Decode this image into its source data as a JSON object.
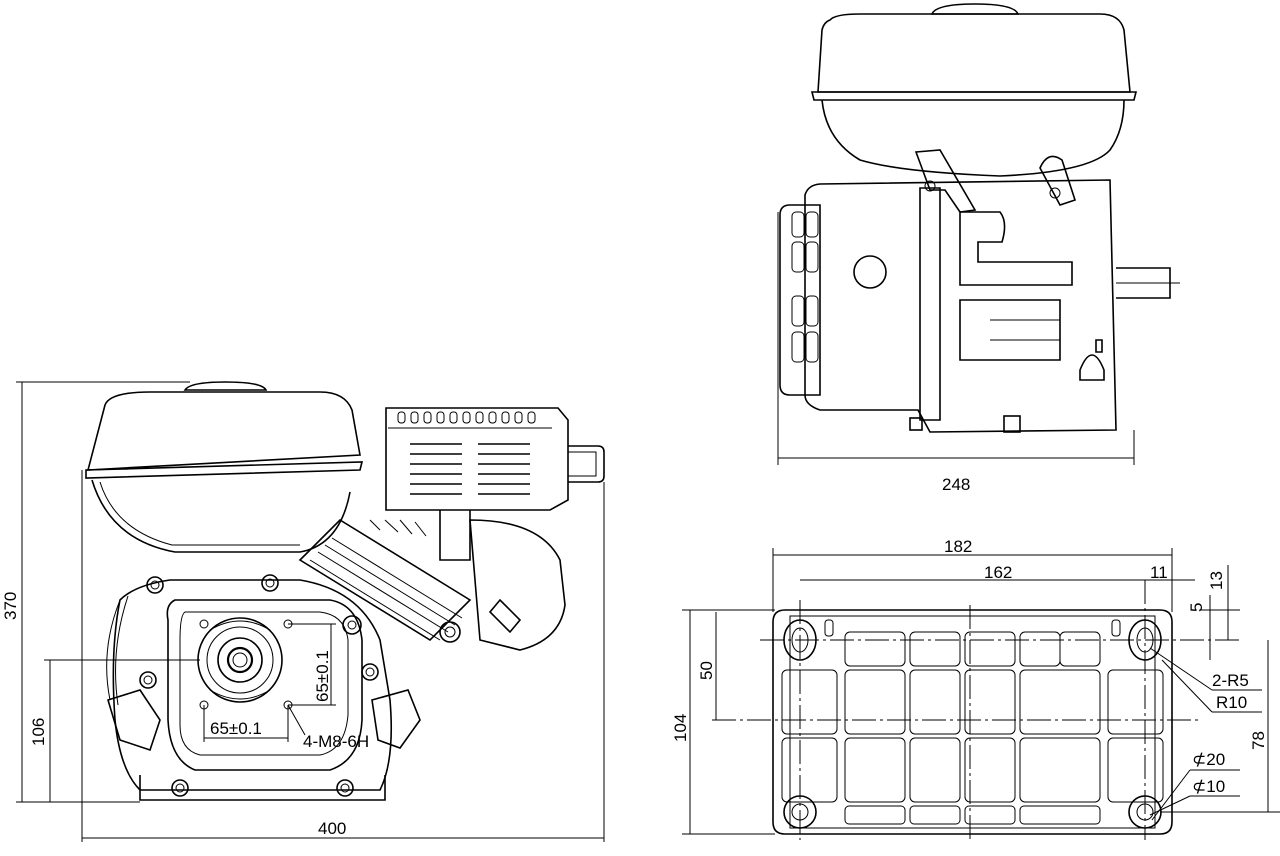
{
  "side_view": {
    "height_total": "370",
    "height_shaft": "106",
    "width_total": "400",
    "bolt_spacing_h": "65±0.1",
    "bolt_spacing_v": "65±0.1",
    "bolt_spec": "4-M8-6H"
  },
  "front_view": {
    "width_total": "248"
  },
  "base_view": {
    "width_outer": "182",
    "width_holes": "162",
    "slot_offset": "11",
    "slot_depth": "13",
    "slot_width": "5",
    "height_holes_top": "50",
    "height_total": "104",
    "height_holes": "78",
    "slot_radius": "2-R5",
    "corner_radius": "R10",
    "boss_diameter": "⊄20",
    "hole_diameter": "⊄10"
  }
}
